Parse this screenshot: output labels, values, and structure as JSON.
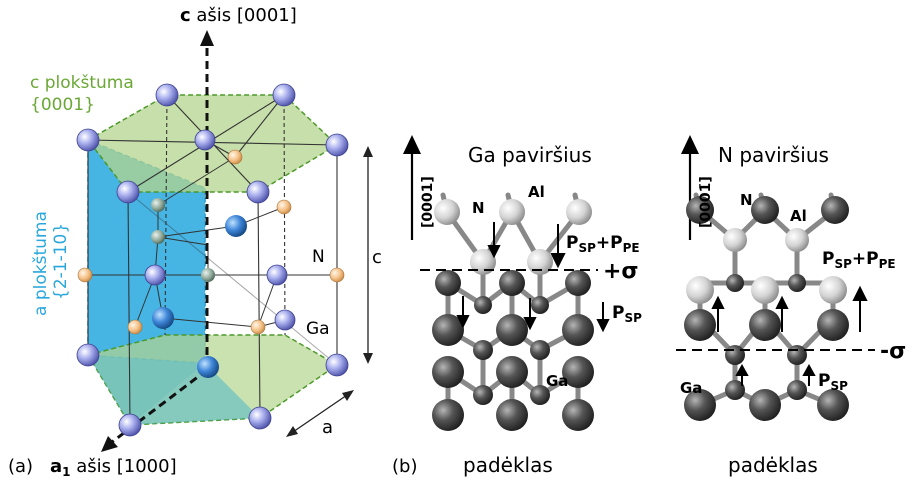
{
  "panel_a": {
    "label": "(a)",
    "c_axis": {
      "bold": "c",
      "rest": " ašis [0001]"
    },
    "a1_axis": {
      "bold": "a",
      "sub": "1",
      "rest": " ašis [1000]"
    },
    "c_plane": {
      "line1": "c plokštuma",
      "line2": "{0001}"
    },
    "a_plane": {
      "line1": "a plokštuma",
      "line2": "{2-1-10}"
    },
    "c_dim": "c",
    "a_dim": "a",
    "n_label": "N",
    "ga_label": "Ga",
    "colors": {
      "c_plane": "#6aa836",
      "a_plane": "#29a7dd",
      "ga_atom": "#8a8fd8",
      "n_atom": "#f2b97a"
    }
  },
  "panel_b": {
    "label": "(b)",
    "left": {
      "title": "Ga paviršius",
      "direction": "[0001]",
      "atom_n": "N",
      "atom_al": "Al",
      "psp_pe": {
        "p1": "P",
        "s1": "SP",
        "plus": "+",
        "p2": "P",
        "s2": "PE"
      },
      "sigma": "+σ",
      "psp": {
        "p": "P",
        "s": "SP"
      },
      "ga": "Ga",
      "substrate": "padėklas"
    },
    "right": {
      "title": "N paviršius",
      "direction": "[0001̄]",
      "atom_n": "N",
      "atom_al": "Al",
      "psp_pe": {
        "p1": "P",
        "s1": "SP",
        "plus": "+",
        "p2": "P",
        "s2": "PE"
      },
      "sigma": "-σ",
      "psp": {
        "p": "P",
        "s": "SP"
      },
      "ga": "Ga",
      "substrate": "padėklas"
    }
  }
}
